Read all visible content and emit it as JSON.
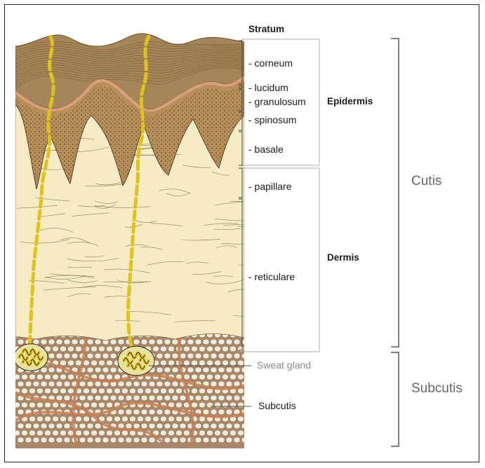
{
  "header": {
    "stratum": "Stratum"
  },
  "layers": [
    {
      "id": "corneum",
      "label": "- corneum"
    },
    {
      "id": "lucidum",
      "label": "- lucidum"
    },
    {
      "id": "granulosum",
      "label": "- granulosum"
    },
    {
      "id": "spinosum",
      "label": "- spinosum"
    },
    {
      "id": "basale",
      "label": "- basale"
    },
    {
      "id": "papillare",
      "label": "- papillare"
    },
    {
      "id": "reticulare",
      "label": "- reticulare"
    }
  ],
  "groups": {
    "epidermis": "Epidermis",
    "dermis": "Dermis"
  },
  "regions": {
    "cutis": "Cutis",
    "subcutis": "Subcutis"
  },
  "annotations": {
    "sweat_gland": "Sweat gland",
    "subcutis": "Subcutis"
  },
  "colors": {
    "corneum": "#a68658",
    "corneum_line": "#6b4c2a",
    "lucidum": "#d9a07a",
    "granular": "#b88f5a",
    "dermis": "#f6ebc4",
    "fat_bg": "#a8876a",
    "fat_cell": "#f2ead8",
    "septa": "#c57f55",
    "duct": "#e0c21c",
    "bracket": "#555555"
  }
}
